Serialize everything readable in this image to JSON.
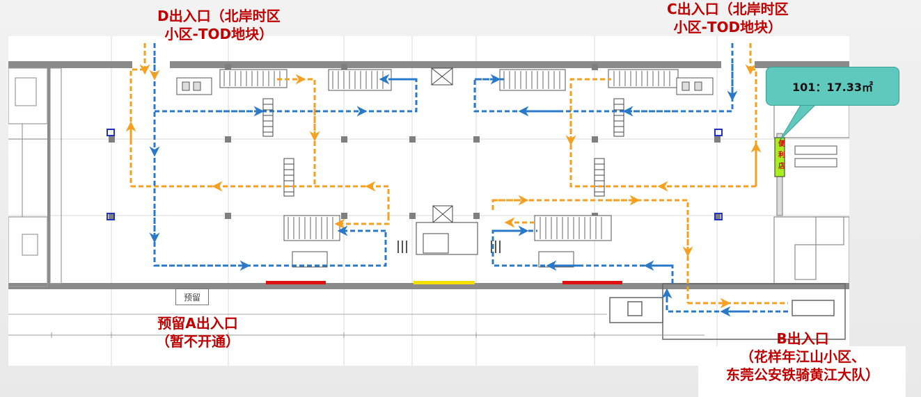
{
  "labels": {
    "d_exit": "D出入口（北岸时区\n小区-TOD地块）",
    "c_exit": "C出入口（北岸时区\n小区-TOD地块）",
    "a_exit": "预留A出入口\n（暂不开通）",
    "b_exit": "B出入口\n（花样年江山小区、\n东莞公安铁骑黄江大队）"
  },
  "callout": {
    "text": "101：17.33㎡"
  },
  "store": {
    "chars": [
      "便",
      "利",
      "店"
    ]
  },
  "reserve_tag": "预留",
  "colors": {
    "orange_route": "#f5a020",
    "blue_route": "#2a78c8",
    "label_red": "#c00000",
    "callout_fill": "#5fc9bd",
    "store_fill": "#a8ee20"
  }
}
